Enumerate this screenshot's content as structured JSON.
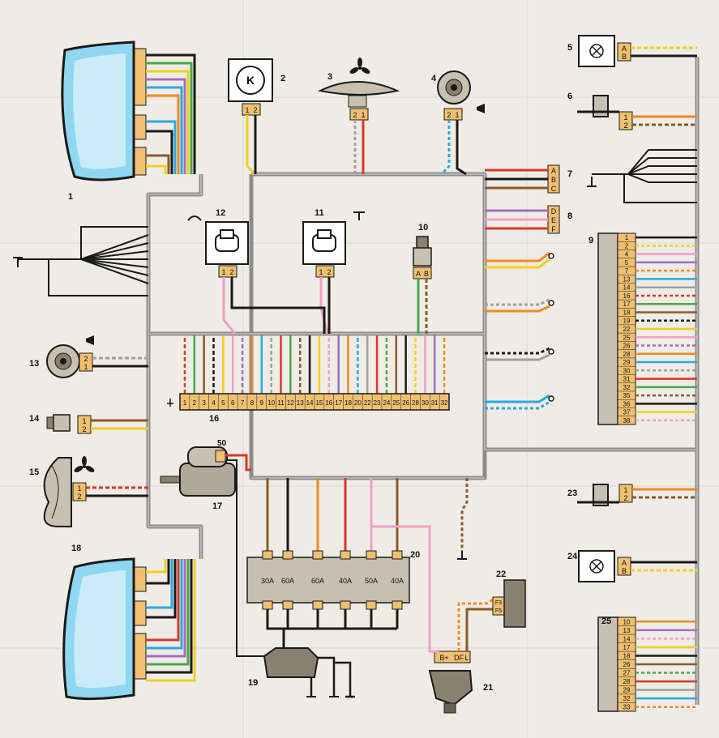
{
  "colors": {
    "background": "#efece6",
    "harness": "#8c8c8c",
    "connector": "#f0c070",
    "wire_black": "#1a1a1a",
    "wire_red": "#d8382a",
    "wire_orange": "#ee8a22",
    "wire_yellow": "#f0d020",
    "wire_green": "#4aa84a",
    "wire_blue": "#2aa8e0",
    "wire_pink": "#f0a0c8",
    "wire_brown": "#8a5a2a",
    "wire_grey": "#a0a0a0",
    "wire_white": "#ffffff",
    "wire_violet": "#a070c0"
  },
  "components": [
    {
      "id": "c1",
      "label": "1"
    },
    {
      "id": "c2",
      "label": "2"
    },
    {
      "id": "c3",
      "label": "3"
    },
    {
      "id": "c4",
      "label": "4"
    },
    {
      "id": "c5",
      "label": "5"
    },
    {
      "id": "c6",
      "label": "6"
    },
    {
      "id": "c7",
      "label": "7"
    },
    {
      "id": "c8",
      "label": "8"
    },
    {
      "id": "c9",
      "label": "9"
    },
    {
      "id": "c10",
      "label": "10"
    },
    {
      "id": "c11",
      "label": "11"
    },
    {
      "id": "c12",
      "label": "12"
    },
    {
      "id": "c13",
      "label": "13"
    },
    {
      "id": "c14",
      "label": "14"
    },
    {
      "id": "c15",
      "label": "15"
    },
    {
      "id": "c16",
      "label": "16"
    },
    {
      "id": "c17",
      "label": "17"
    },
    {
      "id": "c18",
      "label": "18"
    },
    {
      "id": "c19",
      "label": "19"
    },
    {
      "id": "c20",
      "label": "20"
    },
    {
      "id": "c21",
      "label": "21"
    },
    {
      "id": "c22",
      "label": "22"
    },
    {
      "id": "c23",
      "label": "23"
    },
    {
      "id": "c24",
      "label": "24"
    },
    {
      "id": "c25",
      "label": "25"
    }
  ],
  "relay_letter": "K",
  "starter_terminal": "50",
  "pins": {
    "c2": [
      "1",
      "2"
    ],
    "c3": [
      "2",
      "1"
    ],
    "c4": [
      "2",
      "1"
    ],
    "c5": [
      "A",
      "B"
    ],
    "c6": [
      "1",
      "2"
    ],
    "c7": [
      "A",
      "B",
      "C"
    ],
    "c8": [
      "D",
      "E",
      "F"
    ],
    "c10": [
      "A",
      "B"
    ],
    "c11": [
      "1",
      "2"
    ],
    "c12": [
      "1",
      "2"
    ],
    "c13": [
      "2",
      "1"
    ],
    "c14": [
      "1",
      "2"
    ],
    "c15": [
      "1",
      "2"
    ],
    "c22": [
      "F3",
      "F5"
    ],
    "c23": [
      "1",
      "2"
    ],
    "c24": [
      "A",
      "B"
    ],
    "c21": [
      "B+",
      "DF",
      "L"
    ],
    "c9": [
      "1",
      "2",
      "4",
      "5",
      "7",
      "13",
      "14",
      "16",
      "17",
      "18",
      "19",
      "22",
      "25",
      "26",
      "28",
      "29",
      "30",
      "31",
      "32",
      "35",
      "36",
      "37",
      "38"
    ],
    "c16": [
      "1",
      "2",
      "3",
      "4",
      "5",
      "6",
      "7",
      "8",
      "9",
      "10",
      "11",
      "12",
      "13",
      "14",
      "15",
      "16",
      "17",
      "18",
      "20",
      "22",
      "23",
      "24",
      "25",
      "26",
      "28",
      "30",
      "31",
      "32"
    ],
    "c25": [
      "10",
      "13",
      "14",
      "17",
      "18",
      "26",
      "27",
      "28",
      "29",
      "32",
      "33"
    ]
  },
  "fuses": [
    "30A",
    "60A",
    "60A",
    "40A",
    "50A",
    "40A"
  ]
}
